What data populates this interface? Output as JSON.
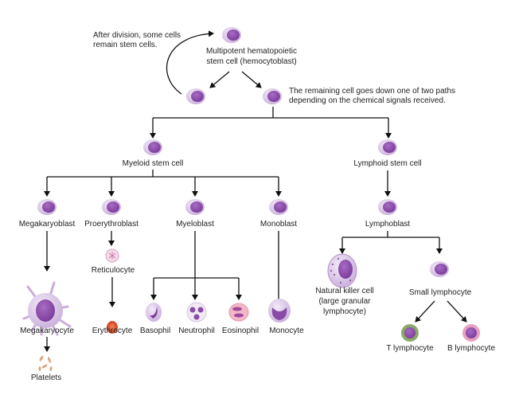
{
  "hemocytoblast": {
    "line1": "Multipotent hematopoietic",
    "line2": "stem cell (hemocytoblast)"
  },
  "notes": {
    "self_renewal": {
      "line1": "After division, some cells",
      "line2": "remain stem cells."
    },
    "differentiation": {
      "line1": "The remaining cell goes down one of two paths",
      "line2": "depending on the chemical signals received."
    }
  },
  "myeloid": {
    "stem": "Myeloid stem cell",
    "megakaryoblast": "Megakaryoblast",
    "megakaryocyte": "Megakaryocyte",
    "platelets": "Platelets",
    "proerythroblast": "Proerythroblast",
    "reticulocyte": "Reticulocyte",
    "erythrocyte": "Erythrocyte",
    "myeloblast": "Myeloblast",
    "basophil": "Basophil",
    "neutrophil": "Neutrophil",
    "eosinophil": "Eosinophil",
    "monoblast": "Monoblast",
    "monocyte": "Monocyte"
  },
  "lymphoid": {
    "stem": "Lymphoid stem cell",
    "lymphoblast": "Lymphoblast",
    "nk": {
      "line1": "Natural killer cell",
      "line2": "(large granular",
      "line3": "lymphocyte)"
    },
    "small": "Small lymphocyte",
    "t": "T lymphocyte",
    "b": "B lymphocyte"
  },
  "colors": {
    "cell_body": "#d9c4e6",
    "nucleus": "#8a4aa8",
    "erythrocyte": "#d8502c",
    "t_ring": "#8aa86a",
    "b_ring": "#e8a0c0"
  }
}
